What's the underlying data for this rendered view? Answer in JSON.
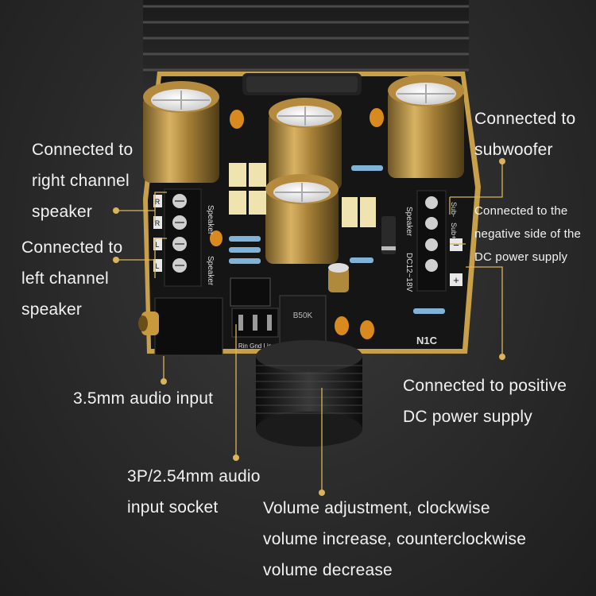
{
  "board": {
    "model": "N1C",
    "speaker_label": "Speaker",
    "terminal_marks": [
      "R",
      "R",
      "L",
      "L"
    ],
    "sub_plus": "Sub+",
    "sub_minus": "Sub-",
    "power_label": "DC12~18V",
    "minus_sign": "−",
    "plus_sign": "+",
    "socket_pins": "Rin Gnd Lin",
    "pot_code": "B50K"
  },
  "callouts": {
    "right_channel": [
      "Connected to",
      "right channel",
      "speaker"
    ],
    "left_channel": [
      "Connected to",
      "left channel",
      "speaker"
    ],
    "subwoofer": [
      "Connected to",
      "subwoofer"
    ],
    "negative_dc": [
      "Connected to the",
      "negative side of the",
      "DC power supply"
    ],
    "positive_dc": [
      "Connected to positive",
      "DC power supply"
    ],
    "audio_input": [
      "3.5mm audio input"
    ],
    "socket_input": [
      "3P/2.54mm audio",
      "input socket"
    ],
    "volume": [
      "Volume adjustment, clockwise",
      "volume increase, counterclockwise",
      "volume decrease"
    ]
  },
  "colors": {
    "callout_line": "#d9b45a",
    "board": "#151515",
    "gold": "#c9a04a"
  }
}
